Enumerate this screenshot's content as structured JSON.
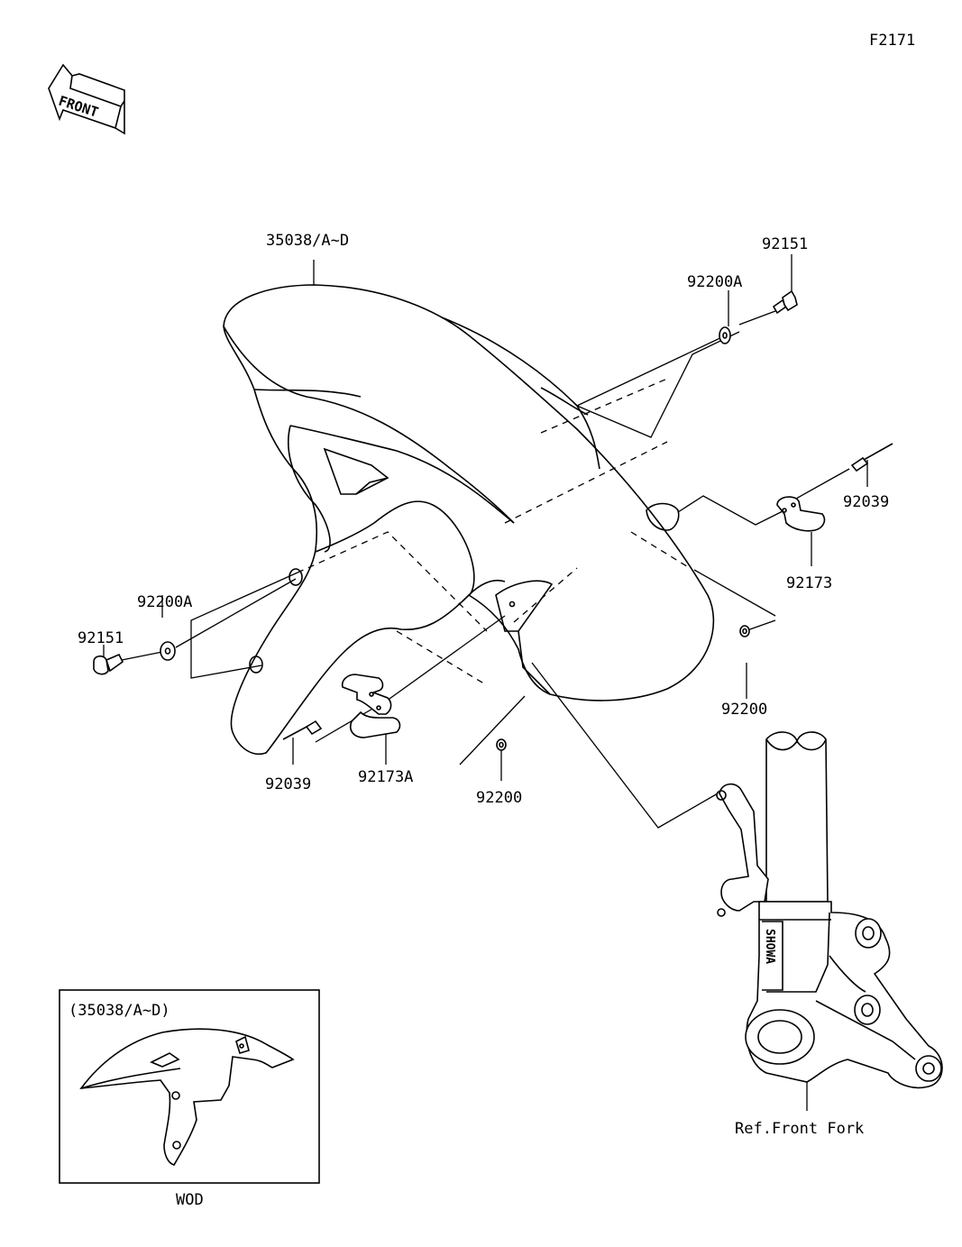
{
  "figure_id": "F2171",
  "front_badge": "FRONT",
  "callouts": {
    "fender": "35038/A~D",
    "screw_right": "92151",
    "washer_right": "92200A",
    "pin_right": "92039",
    "clamp_right": "92173",
    "grommet_right": "92200",
    "washer_left": "92200A",
    "screw_left": "92151",
    "pin_left": "92039",
    "clamp_left": "92173A",
    "grommet_left": "92200",
    "fork_ref": "Ref.Front Fork"
  },
  "inset": {
    "title": "(35038/A~D)",
    "caption": "WOD"
  }
}
